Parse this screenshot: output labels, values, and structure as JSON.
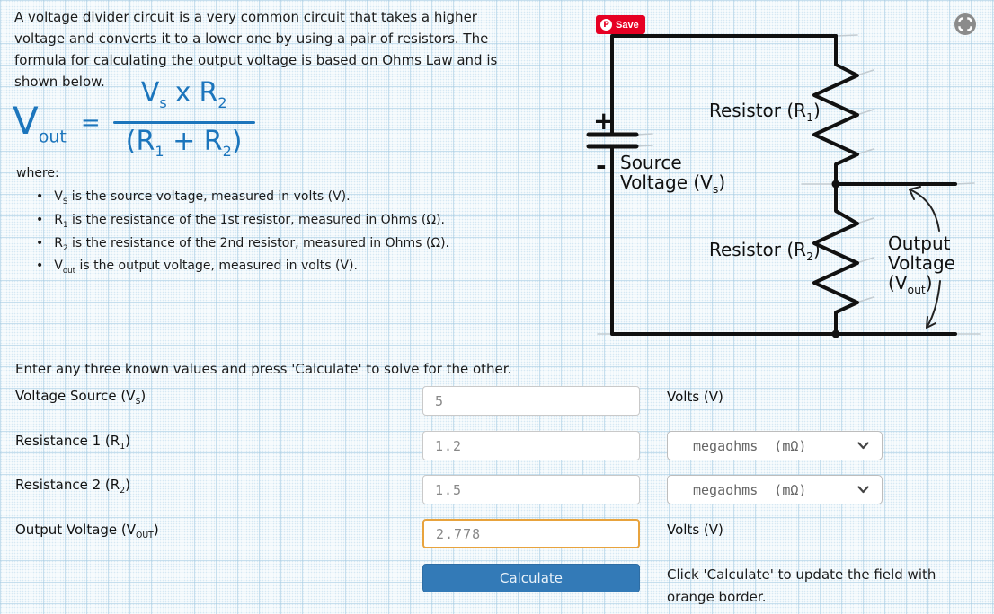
{
  "page": {
    "intro": "A voltage divider circuit is a very common circuit that takes a higher voltage and converts it to a lower one by using a pair of resistors. The formula for calculating the output voltage is based on Ohms Law and is shown below.",
    "where_label": "where:",
    "instruction": "Enter any three known values and press 'Calculate' to solve for the other.",
    "footer_note": "Click 'Calculate' to update the field with orange border."
  },
  "formula": {
    "lhs_base": "V",
    "lhs_sub": "out",
    "equals": "=",
    "num_v": "V",
    "num_v_sub": "s",
    "num_op": "x",
    "num_r": "R",
    "num_r_sub": "2",
    "den_open": "(R",
    "den_r1_sub": "1",
    "den_mid": " + R",
    "den_r2_sub": "2",
    "den_close": ")"
  },
  "bullets": [
    {
      "base": "V",
      "sub": "S",
      "rest": " is the source voltage, measured in volts (V)."
    },
    {
      "base": "R",
      "sub": "1",
      "rest": " is the resistance of the 1st resistor, measured in Ohms (Ω)."
    },
    {
      "base": "R",
      "sub": "2",
      "rest": " is the resistance of the 2nd resistor, measured in Ohms (Ω)."
    },
    {
      "base": "V",
      "sub": "out",
      "rest": " is the output voltage, measured in volts (V)."
    }
  ],
  "pinterest": {
    "logo_letter": "P",
    "label": "Save",
    "color": "#e60023"
  },
  "circuit": {
    "resistor1_base": "Resistor (R",
    "resistor1_sub": "1",
    "resistor1_close": ")",
    "resistor2_base": "Resistor (R",
    "resistor2_sub": "2",
    "resistor2_close": ")",
    "source_line1": "Source",
    "source_line2": "Voltage (V",
    "source_sub": "s",
    "source_close": ")",
    "output_line1": "Output",
    "output_line2": "Voltage",
    "output_line3": "(V",
    "output_sub": "out",
    "output_close": ")",
    "plus": "+",
    "minus": "-",
    "wire_color": "#111111"
  },
  "form": {
    "rows": [
      {
        "label_base": "Voltage Source (V",
        "label_sub": "S",
        "label_close": ")",
        "value": "5",
        "unit": "Volts (V)"
      },
      {
        "label_base": "Resistance 1 (R",
        "label_sub": "1",
        "label_close": ")",
        "value": "1.2",
        "unit": "megaohms  (mΩ)"
      },
      {
        "label_base": "Resistance 2 (R",
        "label_sub": "2",
        "label_close": ")",
        "value": "1.5",
        "unit": "megaohms  (mΩ)"
      },
      {
        "label_base": "Output Voltage (V",
        "label_sub": "OUT",
        "label_close": ")",
        "value": "2.778",
        "unit": "Volts (V)"
      }
    ],
    "calculate_label": "Calculate"
  },
  "colors": {
    "formula_blue": "#1c75bc",
    "button_blue": "#337ab7",
    "highlight_orange": "#e8a33d",
    "pinterest_red": "#e60023",
    "grid_blue": "#d9e9f2"
  }
}
